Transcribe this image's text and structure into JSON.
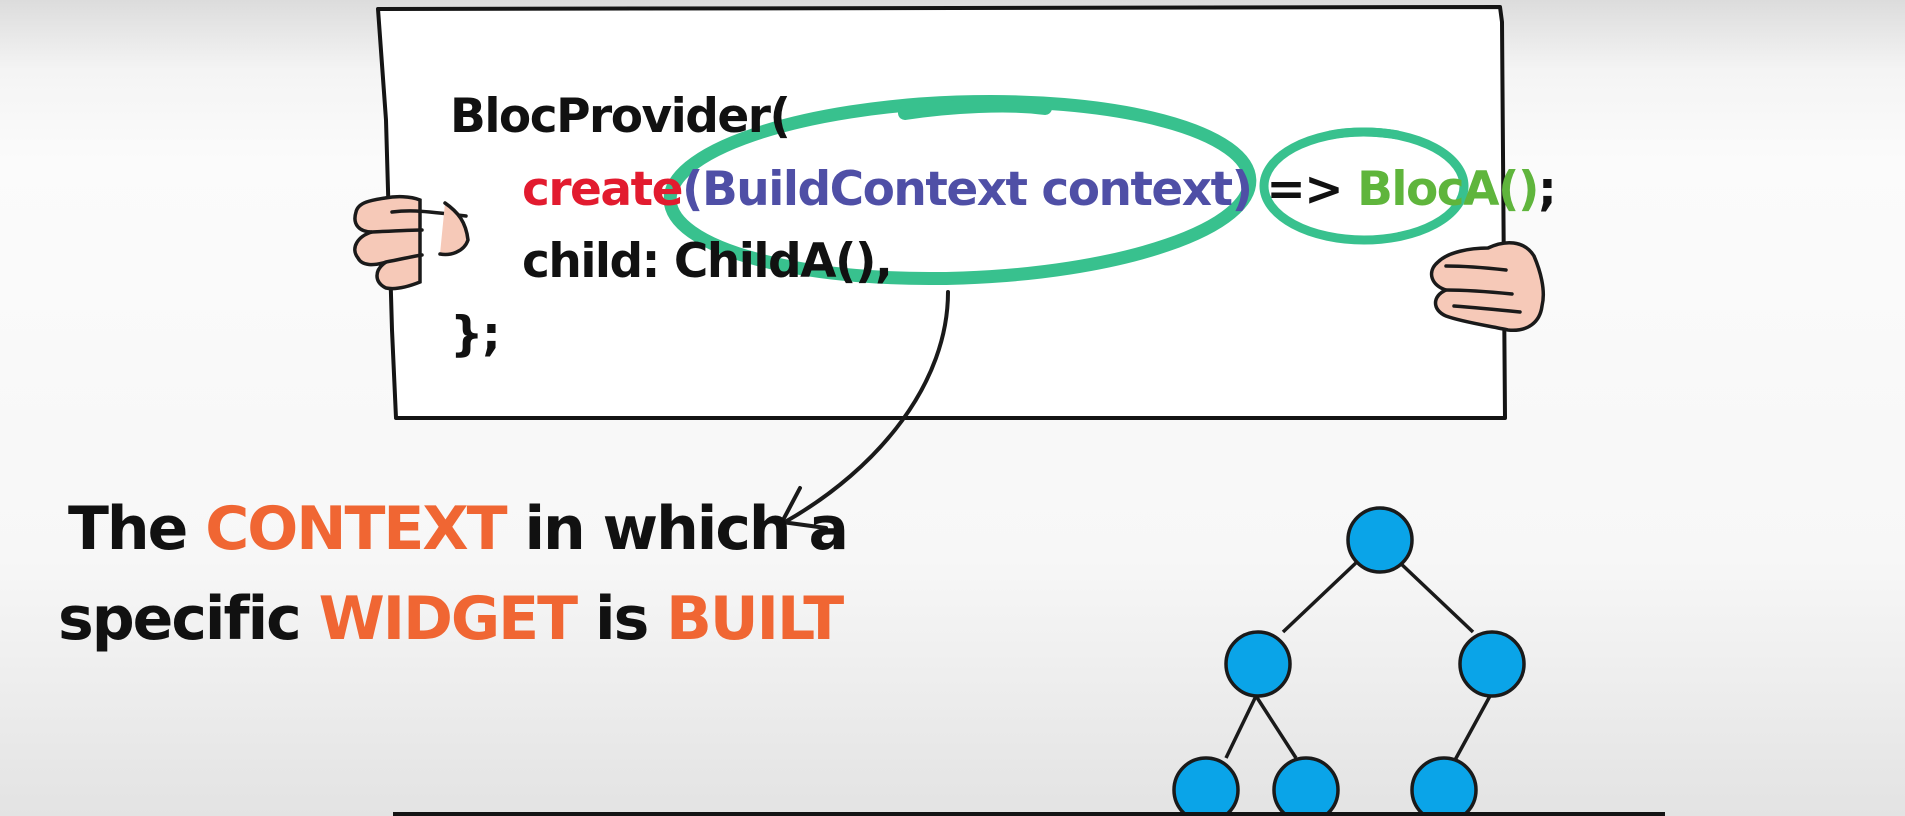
{
  "colors": {
    "board_outline": "#141414",
    "board_fill": "#ffffff",
    "hand_skin": "#f6c9b8",
    "code_text": "#111111",
    "keyword_red": "#e21b2f",
    "param_purple": "#4f4fa6",
    "bloc_green": "#5fb53c",
    "highlight_green": "#38c18e",
    "caption_accent": "#f06633",
    "node_blue": "#0aa4e8"
  },
  "code_board": {
    "line1": "BlocProvider(",
    "line2": {
      "keyword": "create",
      "params": "(BuildContext context)",
      "arrow": " => ",
      "bloc": "BlocA()",
      "end": ";"
    },
    "line3": "child: ChildA(),",
    "line4": "};"
  },
  "caption": {
    "line1": {
      "prefix": "The ",
      "accent": "CONTEXT",
      "suffix": " in which a"
    },
    "line2": {
      "prefix": "specific ",
      "accent1": "WIDGET",
      "middle": " is ",
      "accent2": "BUILT"
    }
  },
  "tree": {
    "levels": [
      1,
      2,
      3
    ]
  }
}
